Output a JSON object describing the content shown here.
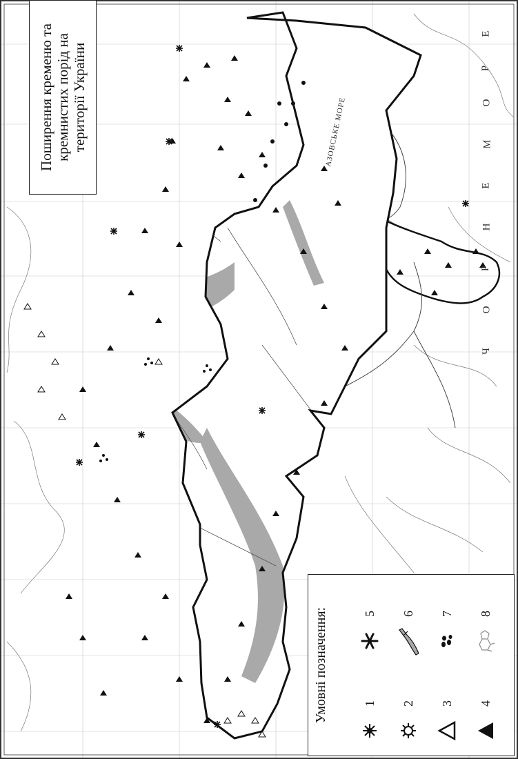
{
  "map": {
    "title": "Поширення кременю та кремнистих порід на території України",
    "legend": {
      "heading": "Умовні позначення:",
      "items": [
        {
          "number": "1",
          "symbol": "star-burst"
        },
        {
          "number": "2",
          "symbol": "sun-outline"
        },
        {
          "number": "3",
          "symbol": "triangle-outline"
        },
        {
          "number": "4",
          "symbol": "triangle-filled"
        },
        {
          "number": "5",
          "symbol": "asterisk"
        },
        {
          "number": "6",
          "symbol": "river-deposit"
        },
        {
          "number": "7",
          "symbol": "nodule-cluster"
        },
        {
          "number": "8",
          "symbol": "polygon-mesh"
        }
      ]
    },
    "sea_labels": {
      "black_sea_letters": [
        "Ч",
        "О",
        "Р",
        "Н",
        "Е",
        "М",
        "О",
        "Р",
        "Е"
      ],
      "azov_sea": "АЗОВСЬКЕ МОРЕ"
    },
    "colors": {
      "deposit_fill": "#a9a9a9",
      "border": "#111111",
      "rivers": "#555555",
      "mesh": "#8c8c8c"
    }
  }
}
